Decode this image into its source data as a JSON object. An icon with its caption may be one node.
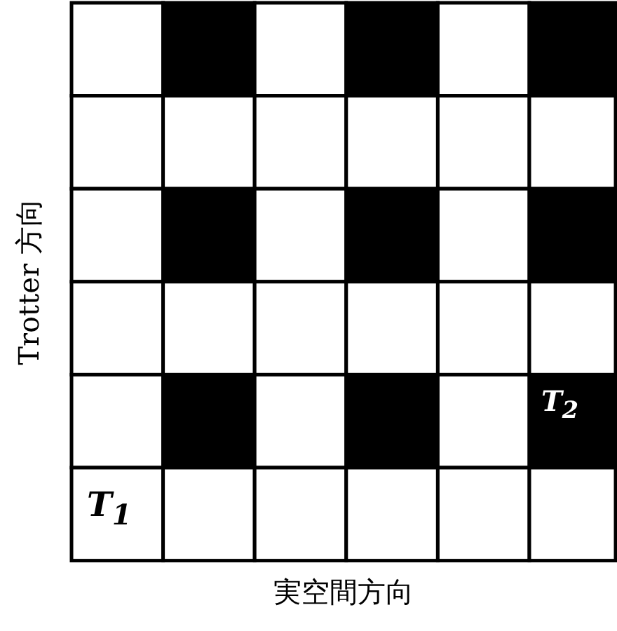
{
  "diagram": {
    "labels": [
      "T$_{2}$",
      "T$_{1}$",
      "Trotter 方向",
      "実空間方向"
    ]
  }
}
